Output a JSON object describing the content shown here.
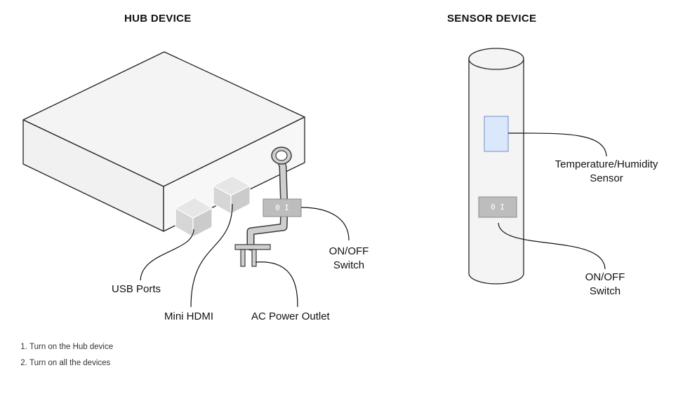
{
  "hub": {
    "title": "HUB DEVICE",
    "labels": {
      "usb_ports": "USB Ports",
      "mini_hdmi": "Mini HDMI",
      "ac_power": "AC Power Outlet",
      "switch_line1": "ON/OFF",
      "switch_line2": "Switch"
    },
    "switch_text": "0 I"
  },
  "sensor": {
    "title": "SENSOR DEVICE",
    "labels": {
      "sensor_line1": "Temperature/Humidity",
      "sensor_line2": "Sensor",
      "switch_line1": "ON/OFF",
      "switch_line2": "Switch"
    },
    "switch_text": "0 I"
  },
  "steps": [
    "Turn on the Hub device",
    "Turn on all the devices"
  ],
  "colors": {
    "box_fill": "#f4f4f4",
    "outline": "#222222",
    "port_fill": "#d9d9d9",
    "switch_fill": "#bdbdbd",
    "sensor_fill": "#dbe8fb",
    "sensor_stroke": "#6d8fc7"
  }
}
